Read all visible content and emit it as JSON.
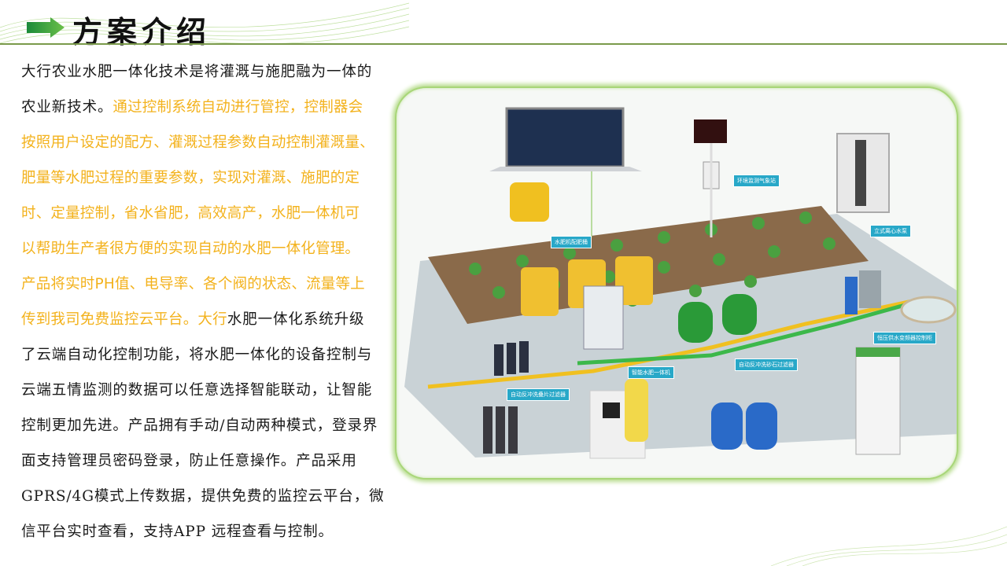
{
  "header": {
    "title": "方案介绍"
  },
  "body_lines": [
    [
      {
        "t": "大行农业水肥一体化技术是将灌溉与施肥融为一体的",
        "c": "blk"
      }
    ],
    [
      {
        "t": "农业新技术。",
        "c": "blk"
      },
      {
        "t": "通过控制系统自动进行管控，控制器会",
        "c": "org"
      }
    ],
    [
      {
        "t": "按照用户设定的配方、灌溉过程参数自动控制灌溉量、",
        "c": "org"
      }
    ],
    [
      {
        "t": "肥量等水肥过程的重要参数，实现对灌溉、施肥的定",
        "c": "org"
      }
    ],
    [
      {
        "t": "时、定量控制，省水省肥，高效高产，水肥一体机可",
        "c": "org"
      }
    ],
    [
      {
        "t": "以帮助生产者很方便的实现自动的水肥一体化管理。",
        "c": "org"
      }
    ],
    [
      {
        "t": "产品将实时PH值、电导率、各个阀的状态、流量等上",
        "c": "org"
      }
    ],
    [
      {
        "t": "传到我司免费监控云平台。大行",
        "c": "org"
      },
      {
        "t": "水肥一体化系统升级",
        "c": "blk"
      }
    ],
    [
      {
        "t": "了云端自动化控制功能，将水肥一体化的设备控制与",
        "c": "blk"
      }
    ],
    [
      {
        "t": "云端五情监测的数据可以任意选择智能联动，让智能",
        "c": "blk"
      }
    ],
    [
      {
        "t": "控制更加先进。产品拥有手动/自动两种模式，登录界",
        "c": "blk"
      }
    ],
    [
      {
        "t": "面支持管理员密码登录，防止任意操作。产品采用",
        "c": "blk"
      }
    ],
    [
      {
        "t": "GPRS/4G模式上传数据，提供免费的监控云平台，微",
        "c": "blk"
      }
    ],
    [
      {
        "t": "信平台实时查看，支持APP 远程查看与控制。",
        "c": "blk"
      }
    ]
  ],
  "diagram": {
    "labels": {
      "weather": "环境监测气象站",
      "tank": "水肥机配肥桶",
      "pump": "立式离心水泵",
      "machine": "智能水肥一体机",
      "sand": "自动反冲洗砂石过滤器",
      "disc": "自动反冲洗叠片过滤器",
      "cabinet": "恒压供水变频器控制柜"
    }
  },
  "colors": {
    "orange": "#f3b21c",
    "green": "#2f9a3c",
    "accent_line": "#7a9a4a"
  }
}
